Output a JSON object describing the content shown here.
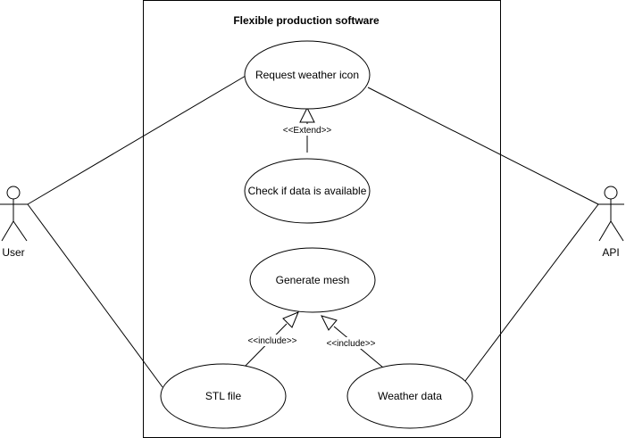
{
  "system": {
    "title": "Flexible production software"
  },
  "actors": {
    "user": {
      "label": "User"
    },
    "api": {
      "label": "API"
    }
  },
  "use_cases": {
    "request_weather_icon": "Request weather icon",
    "check_data_available": "Check if data is available",
    "generate_mesh": "Generate mesh",
    "stl_file": "STL file",
    "weather_data": "Weather data"
  },
  "relations": {
    "extend_label": "<<Extend>>",
    "include_stl_label": "<<include>>",
    "include_weather_label": "<<include>>"
  },
  "colors": {
    "stroke": "#000000",
    "fill": "#ffffff"
  }
}
